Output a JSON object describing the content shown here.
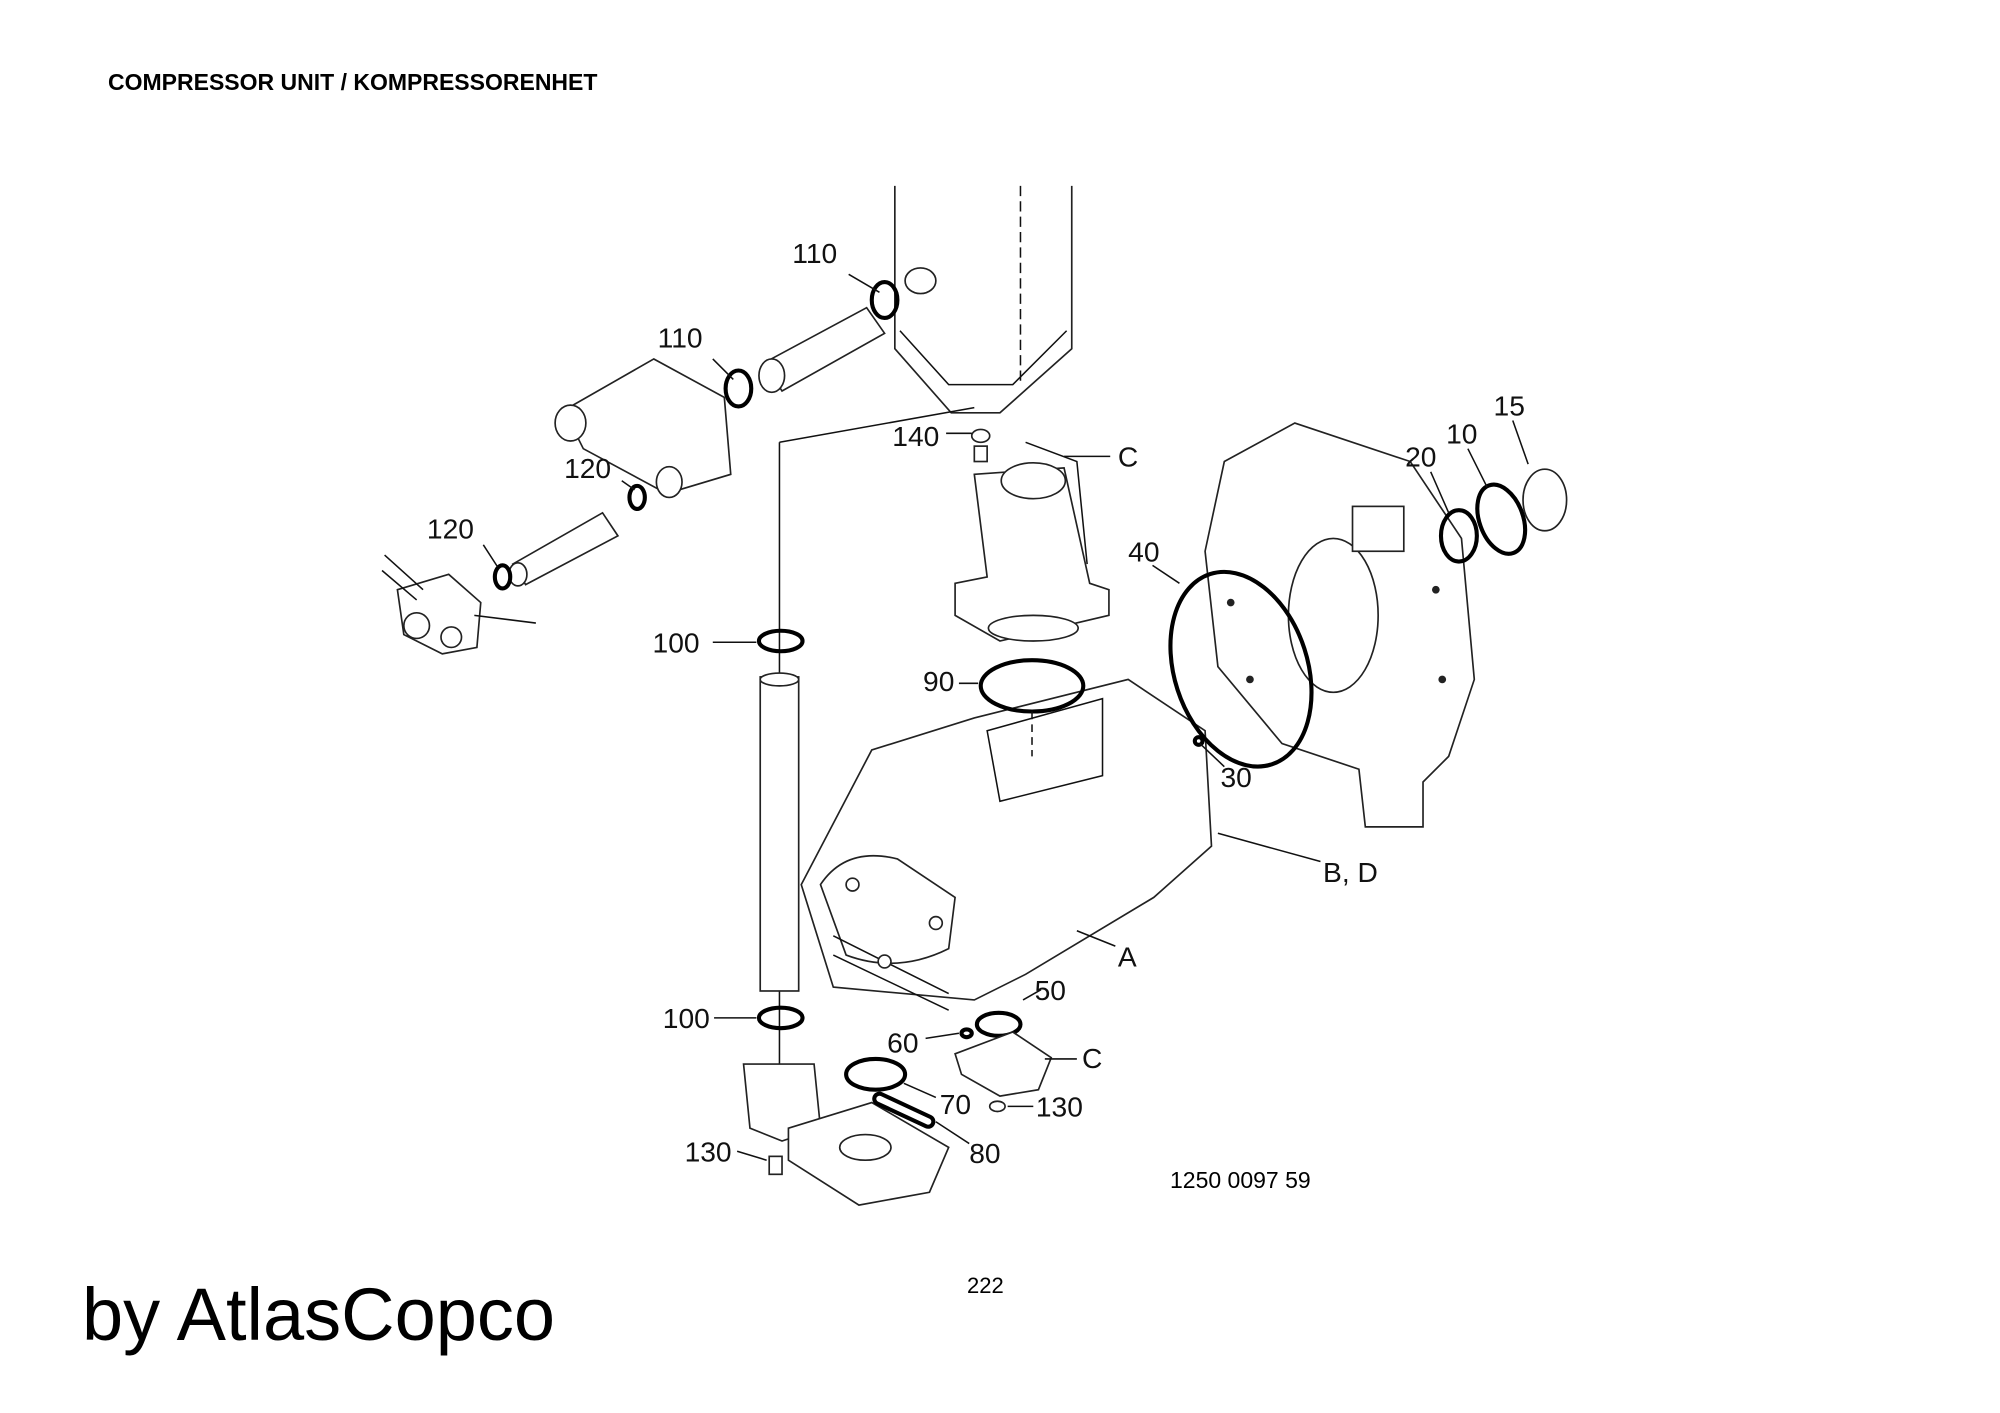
{
  "header": {
    "title": "COMPRESSOR UNIT / KOMPRESSORENHET"
  },
  "callouts": [
    {
      "id": "c110a",
      "text": "110"
    },
    {
      "id": "c110b",
      "text": "110"
    },
    {
      "id": "c140",
      "text": "140"
    },
    {
      "id": "cC1",
      "text": "C"
    },
    {
      "id": "c15",
      "text": "15"
    },
    {
      "id": "c10",
      "text": "10"
    },
    {
      "id": "c20",
      "text": "20"
    },
    {
      "id": "c120a",
      "text": "120"
    },
    {
      "id": "c40",
      "text": "40"
    },
    {
      "id": "c120b",
      "text": "120"
    },
    {
      "id": "c100a",
      "text": "100"
    },
    {
      "id": "c90",
      "text": "90"
    },
    {
      "id": "c30",
      "text": "30"
    },
    {
      "id": "cBD",
      "text": "B, D"
    },
    {
      "id": "cA",
      "text": "A"
    },
    {
      "id": "c50",
      "text": "50"
    },
    {
      "id": "c100b",
      "text": "100"
    },
    {
      "id": "c60",
      "text": "60"
    },
    {
      "id": "cC2",
      "text": "C"
    },
    {
      "id": "c70",
      "text": "70"
    },
    {
      "id": "c130a",
      "text": "130"
    },
    {
      "id": "c130b",
      "text": "130"
    },
    {
      "id": "c80",
      "text": "80"
    }
  ],
  "drawing_number": "1250 0097 59",
  "page_number": "222",
  "watermark": "by AtlasCopco"
}
